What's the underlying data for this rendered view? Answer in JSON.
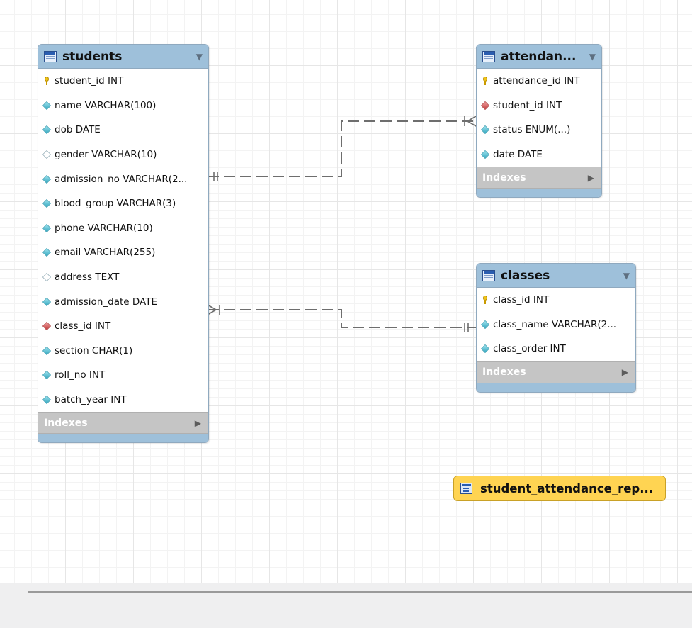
{
  "tables": [
    {
      "id": "students",
      "title": "students",
      "rows": [
        {
          "icon": "key",
          "text": "student_id INT"
        },
        {
          "icon": "col",
          "text": "name VARCHAR(100)"
        },
        {
          "icon": "col",
          "text": "dob DATE"
        },
        {
          "icon": "nullable",
          "text": "gender VARCHAR(10)"
        },
        {
          "icon": "col",
          "text": "admission_no VARCHAR(2..."
        },
        {
          "icon": "col",
          "text": "blood_group VARCHAR(3)"
        },
        {
          "icon": "col",
          "text": "phone VARCHAR(10)"
        },
        {
          "icon": "col",
          "text": "email VARCHAR(255)"
        },
        {
          "icon": "nullable",
          "text": "address TEXT"
        },
        {
          "icon": "col",
          "text": "admission_date DATE"
        },
        {
          "icon": "fk",
          "text": "class_id INT"
        },
        {
          "icon": "col",
          "text": "section CHAR(1)"
        },
        {
          "icon": "col",
          "text": "roll_no INT"
        },
        {
          "icon": "col",
          "text": "batch_year INT"
        }
      ],
      "indexes_label": "Indexes"
    },
    {
      "id": "attendance",
      "title": "attendan...",
      "rows": [
        {
          "icon": "key",
          "text": "attendance_id INT"
        },
        {
          "icon": "fk",
          "text": "student_id INT"
        },
        {
          "icon": "col",
          "text": "status ENUM(...)"
        },
        {
          "icon": "col",
          "text": "date DATE"
        }
      ],
      "indexes_label": "Indexes"
    },
    {
      "id": "classes",
      "title": "classes",
      "rows": [
        {
          "icon": "key",
          "text": "class_id INT"
        },
        {
          "icon": "col",
          "text": "class_name VARCHAR(2..."
        },
        {
          "icon": "col",
          "text": "class_order INT"
        }
      ],
      "indexes_label": "Indexes"
    }
  ],
  "views": [
    {
      "id": "student_attendance_report",
      "title": "student_attendance_rep..."
    }
  ],
  "relationships": [
    {
      "from": "students",
      "to": "attendance",
      "from_cardinality": "one",
      "to_cardinality": "many",
      "style": "dashed"
    },
    {
      "from": "students",
      "to": "classes",
      "from_cardinality": "many",
      "to_cardinality": "one",
      "style": "dashed"
    }
  ],
  "colors": {
    "table_header": "#9ec0da",
    "indexes_bar": "#c5c5c5",
    "view_fill": "#ffd452",
    "connector": "#6e6e6e",
    "footer": "#efeff0"
  }
}
